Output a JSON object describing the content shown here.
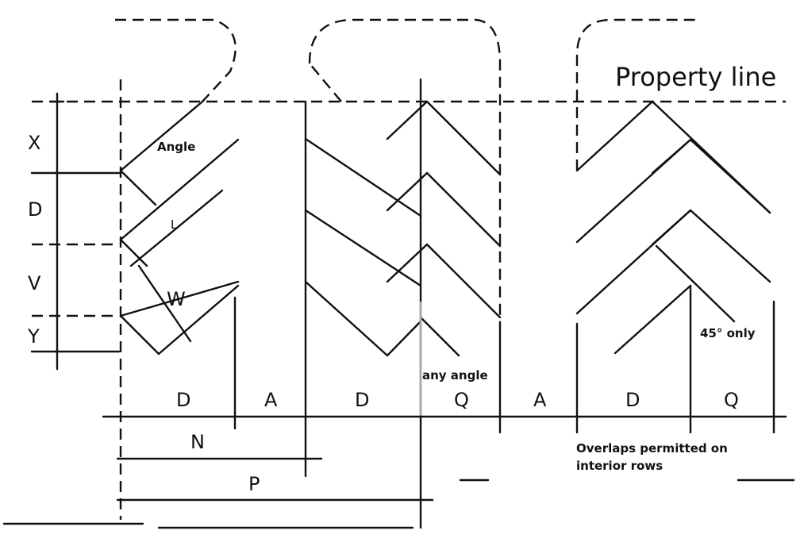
{
  "title": "Property line",
  "row_labels": [
    "X",
    "D",
    "V",
    "Y"
  ],
  "stall_labels": {
    "angle": "Angle",
    "length": "L",
    "width": "W"
  },
  "bottom_labels": [
    "D",
    "A",
    "D",
    "Q",
    "A",
    "D",
    "Q"
  ],
  "dimension_labels": {
    "n": "N",
    "p": "P"
  },
  "notes": {
    "any_angle": "any angle",
    "forty_five_only": "45° only",
    "overlaps_line1": "Overlaps permitted on",
    "overlaps_line2": "interior rows"
  }
}
